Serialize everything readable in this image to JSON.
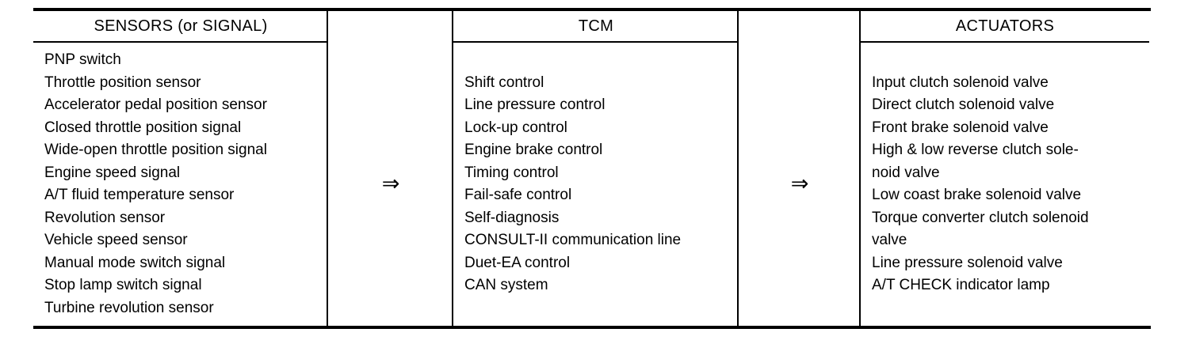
{
  "diagram": {
    "type": "system-block-flow",
    "columns": [
      {
        "id": "sensors",
        "header": "SENSORS (or SIGNAL)",
        "items": [
          "PNP switch",
          "Throttle position sensor",
          "Accelerator pedal position sensor",
          "Closed throttle position signal",
          "Wide-open throttle position signal",
          "Engine speed signal",
          "A/T fluid temperature sensor",
          "Revolution sensor",
          "Vehicle speed sensor",
          "Manual mode switch signal",
          "Stop lamp switch signal",
          "Turbine revolution sensor"
        ]
      },
      {
        "id": "arrow1",
        "header": "",
        "glyph": "⇒",
        "icon_name": "double-right-arrow-icon"
      },
      {
        "id": "tcm",
        "header": "TCM",
        "items": [
          "Shift control",
          "Line pressure control",
          "Lock-up control",
          "Engine brake control",
          "Timing control",
          "Fail-safe control",
          "Self-diagnosis",
          "CONSULT-II communication line",
          "Duet-EA control",
          "CAN system"
        ]
      },
      {
        "id": "arrow2",
        "header": "",
        "glyph": "⇒",
        "icon_name": "double-right-arrow-icon"
      },
      {
        "id": "actuators",
        "header": "ACTUATORS",
        "items": [
          "Input clutch solenoid valve",
          "Direct clutch solenoid valve",
          "Front brake solenoid valve",
          "High & low reverse clutch sole-",
          "noid valve",
          "Low coast brake solenoid valve",
          "Torque converter clutch solenoid",
          "valve",
          "Line pressure solenoid valve",
          "A/T CHECK indicator lamp"
        ]
      }
    ]
  },
  "style": {
    "ink": "#000000",
    "paper": "#ffffff"
  }
}
